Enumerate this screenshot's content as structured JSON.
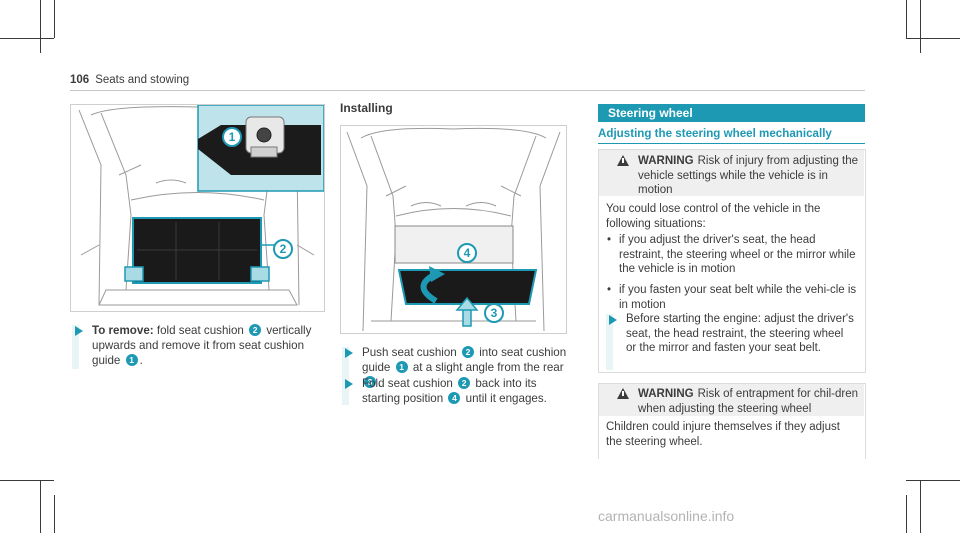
{
  "header": {
    "page_number": "106",
    "section": "Seats and stowing"
  },
  "left": {
    "step": {
      "bold": "To remove:",
      "text_a": " fold seat cushion ",
      "c2": "2",
      "text_b": " vertically upwards and remove it from seat cushion guide ",
      "c1": "1",
      "text_c": "."
    },
    "callouts": [
      "1",
      "2"
    ]
  },
  "middle": {
    "title": "Installing",
    "callouts": [
      "4",
      "3"
    ],
    "step1": {
      "a": "Push seat cushion ",
      "c2": "2",
      "b": " into seat cushion guide ",
      "c1": "1",
      "c": " at a slight angle from the rear ",
      "c3": "3",
      "d": "."
    },
    "step2": {
      "a": "Fold seat cushion ",
      "c2": "2",
      "b": " back into its starting position ",
      "c4": "4",
      "c": " until it engages."
    }
  },
  "right": {
    "section_bar": "Steering wheel",
    "subtitle": "Adjusting the steering wheel mechanically",
    "warning1": {
      "label": "WARNING",
      "head": "Risk of injury from adjusting the vehicle settings while the vehicle is in motion",
      "body": "You could lose control of the vehicle in the following situations:",
      "bullets": [
        "if you adjust the driver's seat, the head restraint, the steering wheel or the mirror while the vehicle is in motion",
        "if you fasten your seat belt while the vehi-cle is in motion"
      ],
      "step": "Before starting the engine: adjust the driver's seat, the head restraint, the steering wheel or the mirror and fasten your seat belt."
    },
    "warning2": {
      "label": "WARNING",
      "head": "Risk of entrapment for chil-dren when adjusting the steering wheel",
      "body": "Children could injure themselves if they adjust the steering wheel."
    }
  },
  "watermark": "carmanualsonline.info",
  "colors": {
    "accent": "#1e99b4",
    "text": "#3c3c3c"
  }
}
